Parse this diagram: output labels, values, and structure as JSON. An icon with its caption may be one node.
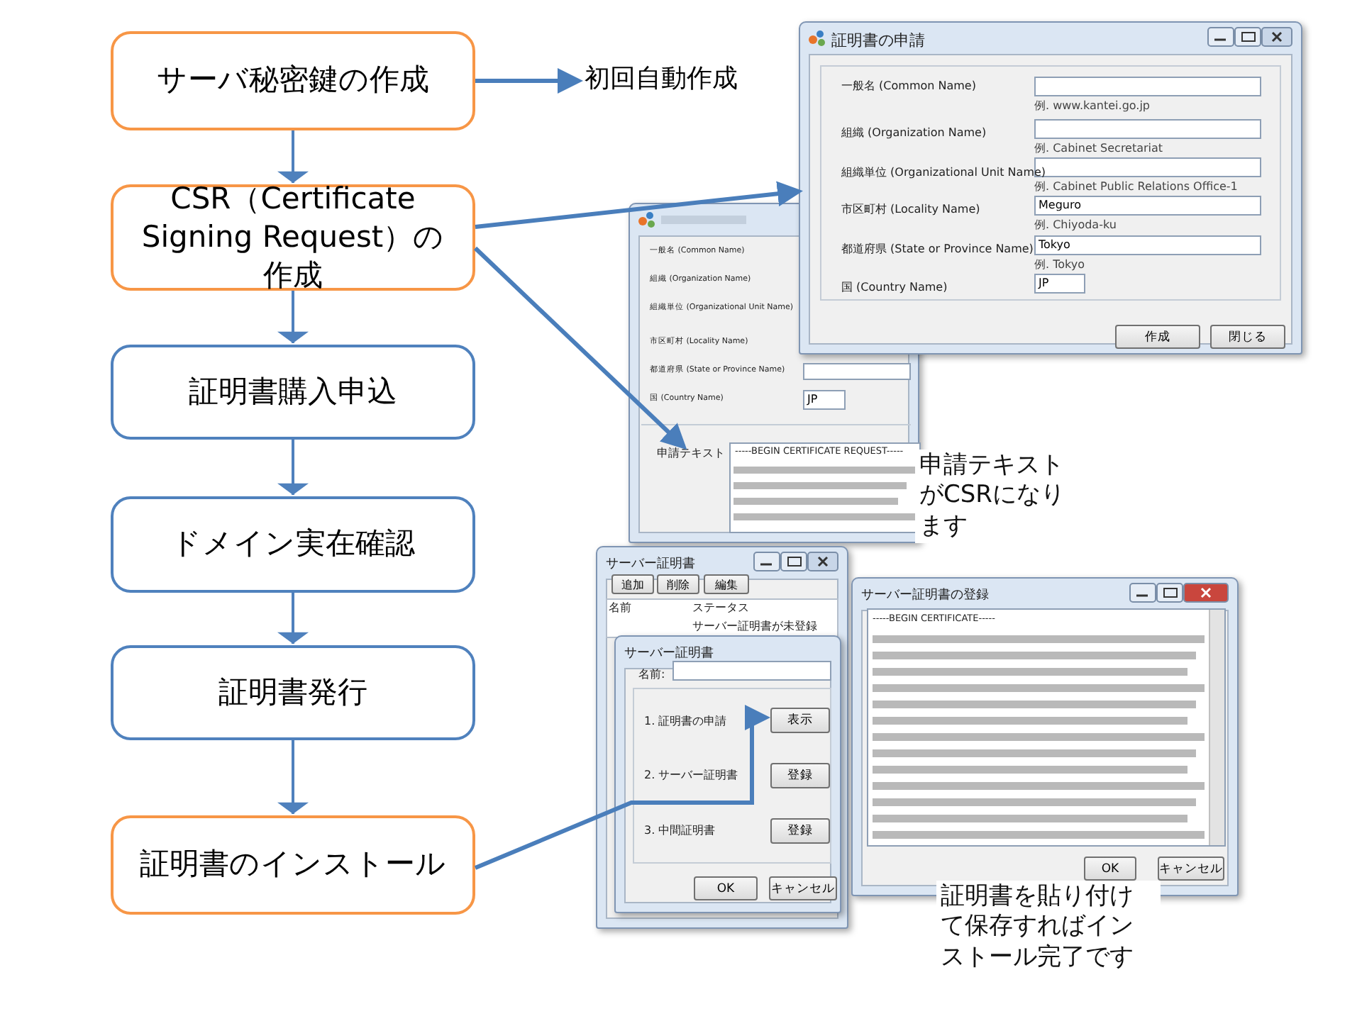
{
  "diagram": {
    "nodes": [
      {
        "text": [
          "サーバ秘密鍵の作成"
        ]
      },
      {
        "text": [
          "CSR（Certificate Signing Request）の作成"
        ]
      },
      {
        "text": [
          "証明書購入申込"
        ]
      },
      {
        "text": [
          "ドメイン実在確認"
        ]
      },
      {
        "text": [
          "証明書発行"
        ]
      },
      {
        "text": [
          "証明書のインストール"
        ]
      },
      {
        "text": [
          "初回自動作成"
        ]
      },
      {
        "text": [],
        "shape": "box"
      },
      {
        "text": [
          "申請テキスト"
        ],
        "in": 7
      },
      {
        "text": [
          "証明書の申請"
        ]
      },
      {
        "text": [
          "作成"
        ],
        "in": 9
      },
      {
        "text": [
          "閉じる"
        ],
        "in": 9
      },
      {
        "text": [
          "サーバー証明書"
        ]
      },
      {
        "text": [
          "サーバー証明書"
        ],
        "in": 12
      },
      {
        "text": [
          "表示"
        ],
        "in": 13
      },
      {
        "text": [
          "登録"
        ],
        "in": 13
      },
      {
        "text": [
          "登録"
        ],
        "in": 13
      },
      {
        "text": [
          "OK"
        ],
        "in": 13
      },
      {
        "text": [
          "キャンセル"
        ],
        "in": 13
      },
      {
        "text": [
          "サーバー証明書の登録"
        ]
      },
      {
        "text": [
          "OK"
        ],
        "in": 19
      },
      {
        "text": [
          "キャンセル"
        ],
        "in": 19
      }
    ],
    "edges": [
      {
        "from": 0,
        "to": 1,
        "arrow": "to"
      },
      {
        "from": 1,
        "to": 2,
        "arrow": "to"
      },
      {
        "from": 2,
        "to": 3,
        "arrow": "to"
      },
      {
        "from": 3,
        "to": 4,
        "arrow": "to"
      },
      {
        "from": 4,
        "to": 5,
        "arrow": "to"
      },
      {
        "from": 0,
        "to": 6,
        "arrow": "to"
      },
      {
        "from": 1,
        "to": 9,
        "arrow": "to"
      },
      {
        "from": 1,
        "to": 8,
        "arrow": "to"
      },
      {
        "from": 5,
        "to": 14,
        "arrow": "to"
      }
    ],
    "labels": [
      "一般名 (Common Name)",
      "例. www.kantei.go.jp",
      "組織 (Organization Name)",
      "例. Cabinet Secretariat",
      "組織単位 (Organizational Unit Name)",
      "例. Cabinet Public Relations Office-1",
      "市区町村 (Locality Name)",
      "Meguro",
      "例. Chiyoda-ku",
      "都道府県 (State or Province Name)",
      "Tokyo",
      "例. Tokyo",
      "国 (Country Name)",
      "JP",
      "一般名 (Common Name)",
      "組織 (Organization Name)",
      "組織単位 (Organizational Unit Name)",
      "市区町村 (Locality Name)",
      "都道府県 (State or Province Name)",
      "国 (Country Name)",
      "JP",
      "-----BEGIN CERTIFICATE REQUEST-----",
      "申請テキストがCSRになります",
      "追加",
      "削除",
      "編集",
      "名前",
      "ステータス",
      "サーバー証明書が未登録",
      "名前:",
      "1. 証明書の申請",
      "2. サーバー証明書",
      "3. 中間証明書",
      "-----BEGIN CERTIFICATE-----",
      "証明書を貼り付けて保存すればインストール完了です"
    ]
  }
}
